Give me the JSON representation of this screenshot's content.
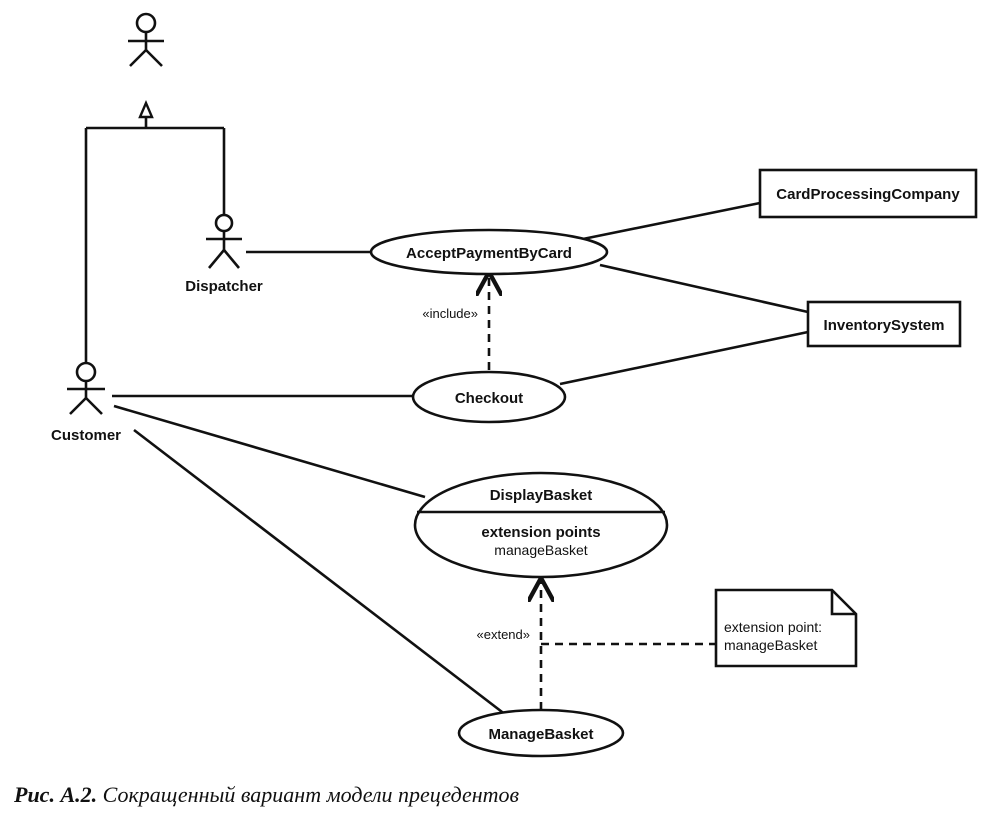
{
  "actors": {
    "top": "",
    "dispatcher": "Dispatcher",
    "customer": "Customer"
  },
  "use_cases": {
    "accept_payment": "AcceptPaymentByCard",
    "checkout": "Checkout",
    "display_basket": "DisplayBasket",
    "extension_points_title": "extension points",
    "extension_point_name": "manageBasket",
    "manage_basket": "ManageBasket"
  },
  "systems": {
    "card_processing": "CardProcessingCompany",
    "inventory": "InventorySystem"
  },
  "stereotypes": {
    "include": "«include»",
    "extend": "«extend»"
  },
  "note": {
    "line1": "extension point:",
    "line2": "manageBasket"
  },
  "caption": {
    "number": "Рис. А.2.",
    "text": "Сокращенный вариант модели прецедентов"
  }
}
